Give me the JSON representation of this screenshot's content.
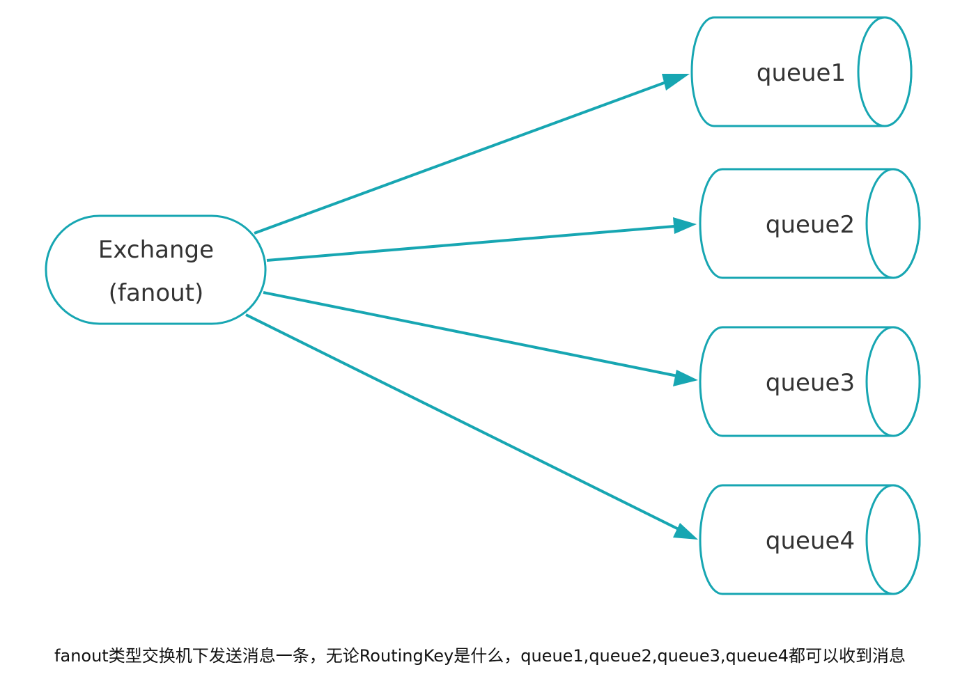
{
  "diagram": {
    "type": "rabbitmq-fanout-exchange",
    "colors": {
      "stroke": "#17a6b2",
      "text": "#333333",
      "background": "#ffffff"
    },
    "exchange": {
      "line1": "Exchange",
      "line2": "(fanout)"
    },
    "queues": [
      {
        "label": "queue1"
      },
      {
        "label": "queue2"
      },
      {
        "label": "queue3"
      },
      {
        "label": "queue4"
      }
    ],
    "edges": [
      {
        "from": "exchange",
        "to": "queue1"
      },
      {
        "from": "exchange",
        "to": "queue2"
      },
      {
        "from": "exchange",
        "to": "queue3"
      },
      {
        "from": "exchange",
        "to": "queue4"
      }
    ]
  },
  "caption": "fanout类型交换机下发送消息一条，无论RoutingKey是什么，queue1,queue2,queue3,queue4都可以收到消息"
}
